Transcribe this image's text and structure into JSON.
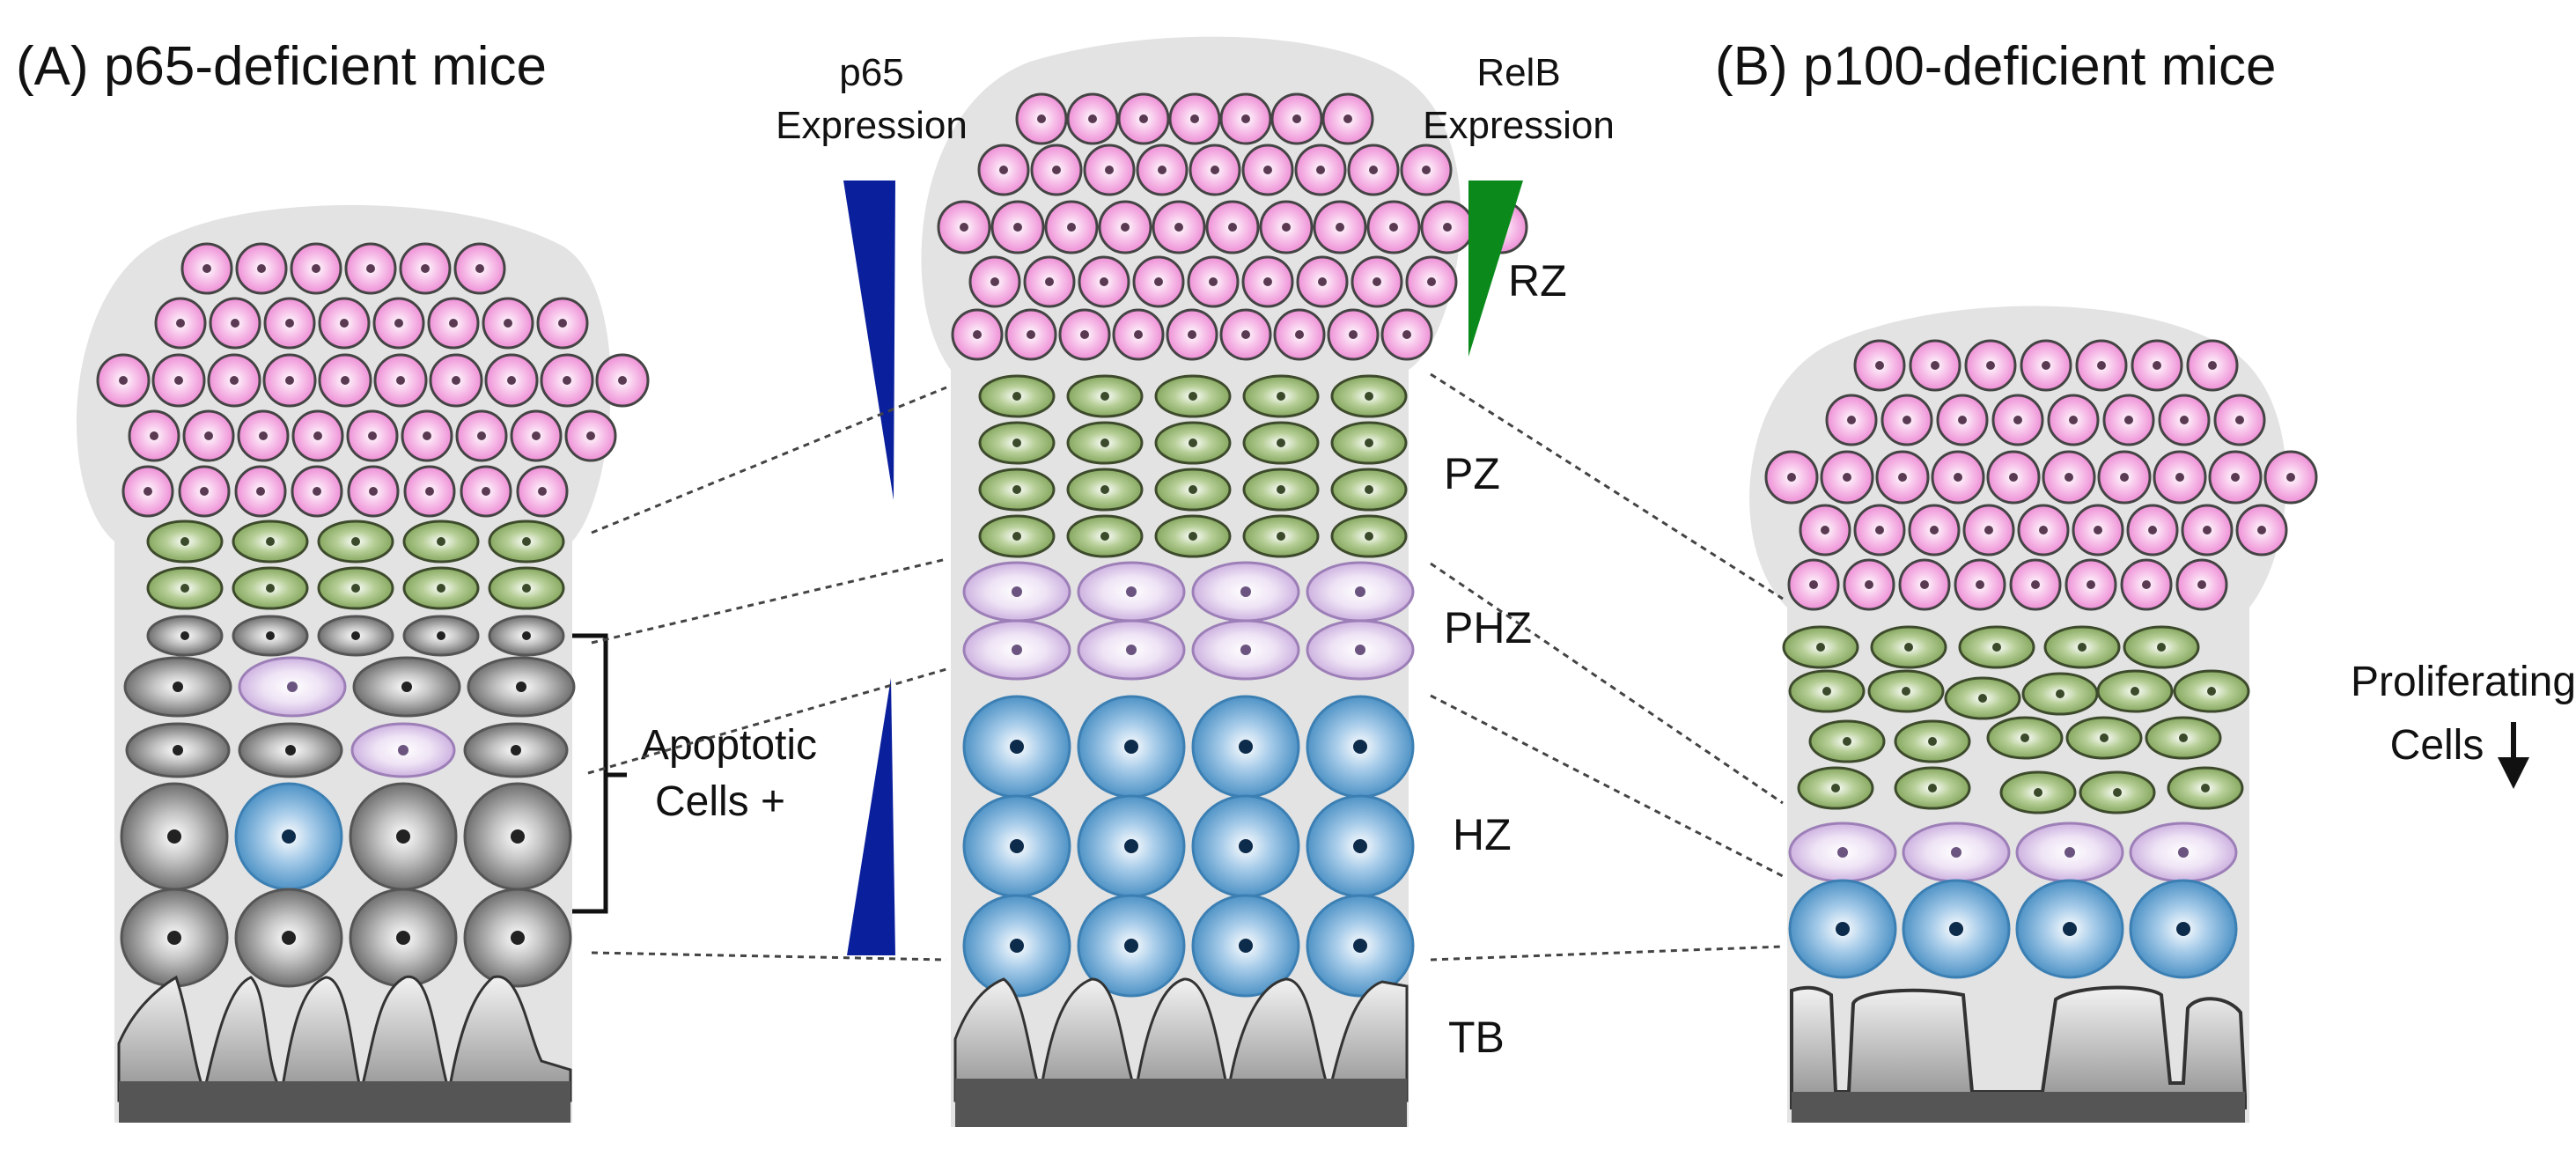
{
  "panels": {
    "a_title": "(A) p65-deficient mice",
    "b_title": "(B) p100-deficient mice"
  },
  "expression": {
    "p65_line1": "p65",
    "p65_line2": "Expression",
    "relb_line1": "RelB",
    "relb_line2": "Expression"
  },
  "zones": {
    "rz": "RZ",
    "pz": "PZ",
    "phz": "PHZ",
    "hz": "HZ",
    "tb": "TB"
  },
  "annotations": {
    "apoptotic_line1": "Apoptotic",
    "apoptotic_line2": "Cells +",
    "proliferating_line1": "Proliferating",
    "proliferating_line2": "Cells"
  },
  "colors": {
    "background_plate": "#e3e3e3",
    "resting_cell": "#f29fdc",
    "proliferating_cell": "#8fb06b",
    "prehypertrophic_cell": "#d9c2e8",
    "hypertrophic_cell": "#5b9ccc",
    "apoptotic_cell": "#8a8a8a",
    "p65_gradient": "#0a1f9c",
    "relb_gradient": "#0b8a1b",
    "bone": "#555555"
  }
}
